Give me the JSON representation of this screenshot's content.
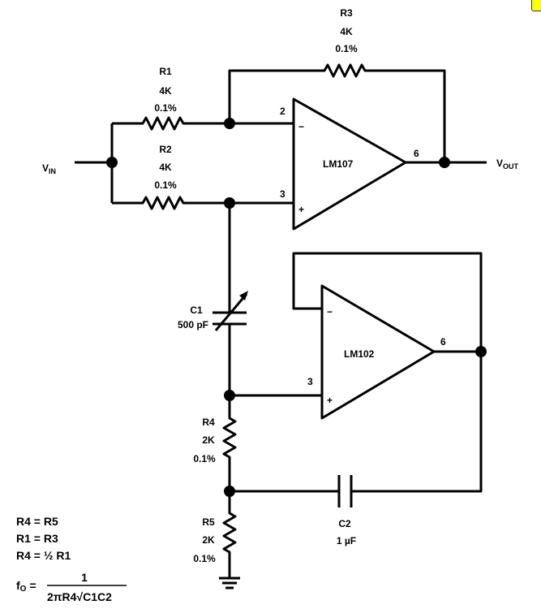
{
  "colors": {
    "wire": "#000000",
    "background": "#ffffff",
    "corner_marker": "#ffff00"
  },
  "signals": {
    "vin": "V",
    "vin_sub": "IN",
    "vout": "V",
    "vout_sub": "OUT"
  },
  "opamps": [
    {
      "name": "LM107",
      "pin_inv": "2",
      "pin_noninv": "3",
      "pin_out": "6",
      "minus": "−",
      "plus": "+"
    },
    {
      "name": "LM102",
      "pin_noninv": "3",
      "pin_out": "6",
      "minus": "−",
      "plus": "+"
    }
  ],
  "resistors": {
    "r1": {
      "name": "R1",
      "value": "4K",
      "tol": "0.1%"
    },
    "r2": {
      "name": "R2",
      "value": "4K",
      "tol": "0.1%"
    },
    "r3": {
      "name": "R3",
      "value": "4K",
      "tol": "0.1%"
    },
    "r4": {
      "name": "R4",
      "value": "2K",
      "tol": "0.1%"
    },
    "r5": {
      "name": "R5",
      "value": "2K",
      "tol": "0.1%"
    }
  },
  "capacitors": {
    "c1": {
      "name": "C1",
      "value": "500 pF"
    },
    "c2": {
      "name": "C2",
      "value": "1 µF"
    }
  },
  "equations": [
    "R4 = R5",
    "R1 = R3",
    "R4 = ½ R1"
  ],
  "formula": {
    "lhs": "f",
    "lhs_sub": "O",
    "eq": "=",
    "numerator": "1",
    "denominator": "2πR4√C1C2"
  }
}
